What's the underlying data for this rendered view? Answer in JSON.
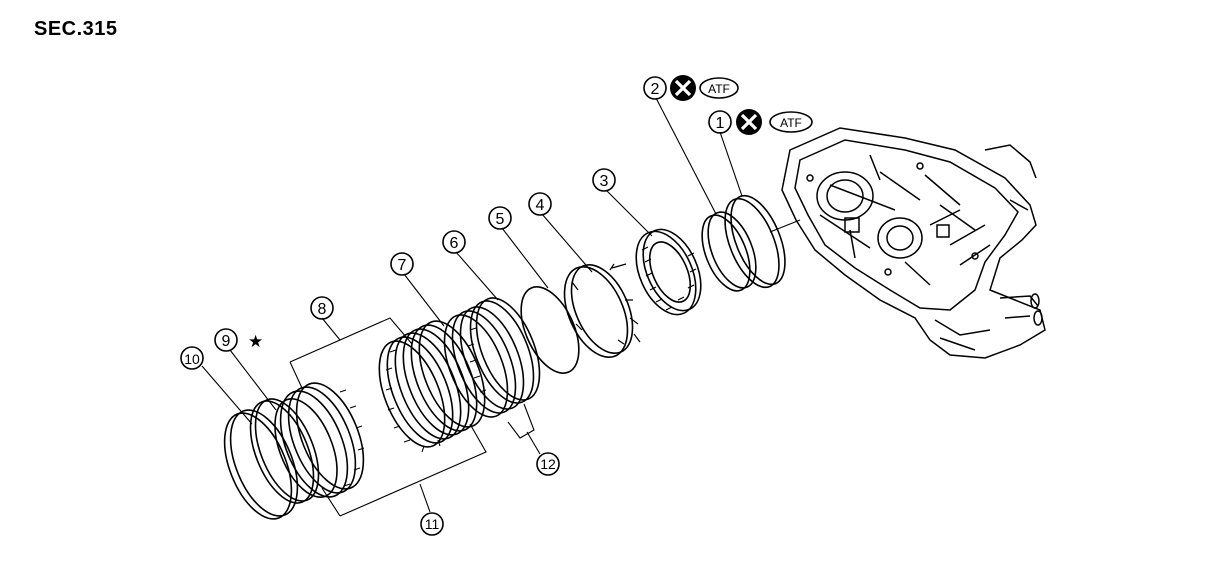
{
  "section_title": "SEC.315",
  "callouts": [
    {
      "number": "1",
      "label": "①"
    },
    {
      "number": "2",
      "label": "②"
    },
    {
      "number": "3",
      "label": "③"
    },
    {
      "number": "4",
      "label": "④"
    },
    {
      "number": "5",
      "label": "⑤"
    },
    {
      "number": "6",
      "label": "⑥"
    },
    {
      "number": "7",
      "label": "⑦"
    },
    {
      "number": "8",
      "label": "⑧"
    },
    {
      "number": "9",
      "label": "⑨"
    },
    {
      "number": "10",
      "label": "⑩"
    },
    {
      "number": "11",
      "label": "⑪"
    },
    {
      "number": "12",
      "label": "⑫"
    }
  ],
  "symbols": {
    "atf_label": "ATF",
    "star": "★",
    "replace_icon": "x-circle-icon"
  },
  "colors": {
    "line": "#000000",
    "background": "#ffffff"
  }
}
